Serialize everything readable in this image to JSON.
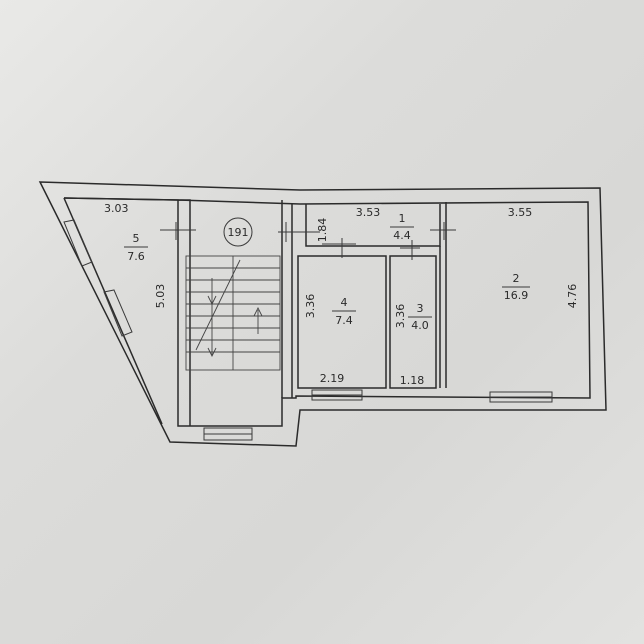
{
  "plan": {
    "stair_label": "191",
    "rooms": [
      {
        "no": "1",
        "area": "4.4",
        "width_label": "3.53",
        "depth_label": "1.84"
      },
      {
        "no": "2",
        "area": "16.9",
        "width_label": "3.55",
        "depth_label": "4.76"
      },
      {
        "no": "3",
        "area": "4.0",
        "width_label": "1.18",
        "depth_label": "3.36"
      },
      {
        "no": "4",
        "area": "7.4",
        "width_label": "2.19",
        "depth_label": "3.36"
      },
      {
        "no": "5",
        "area": "7.6",
        "width_label": "3.03",
        "depth_label": "5.03"
      }
    ]
  },
  "colors": {
    "paper": "#e2e2e0",
    "ink": "#2b2b2b"
  }
}
